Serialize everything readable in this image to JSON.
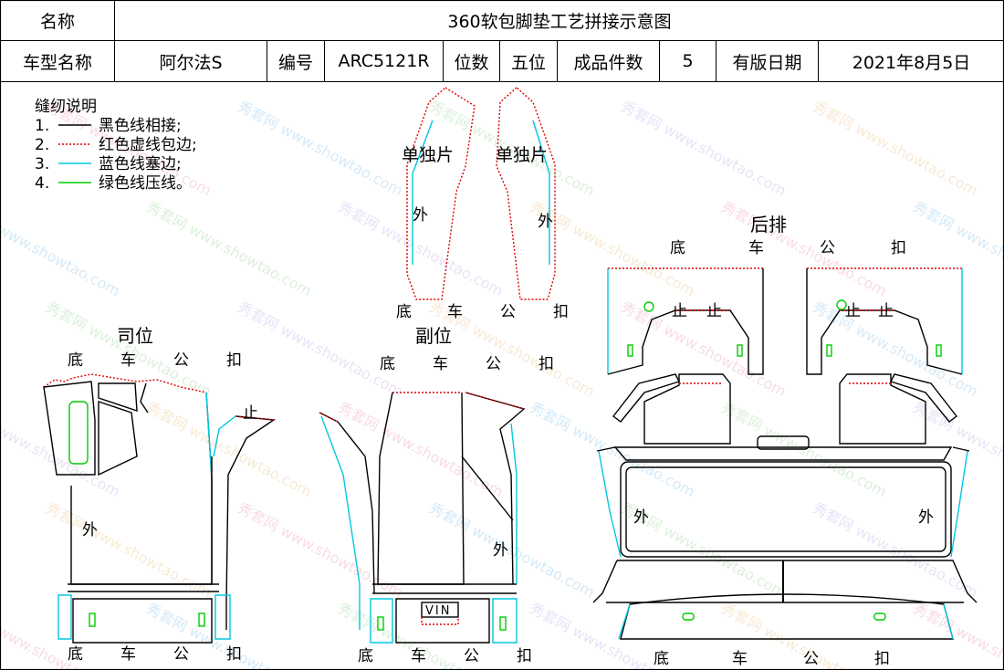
{
  "header": {
    "name_label": "名称",
    "title": "360软包脚垫工艺拼接示意图",
    "model_label": "车型名称",
    "model_value": "阿尔法S",
    "code_label": "编号",
    "code_value": "ARC5121R",
    "seats_label": "位数",
    "seats_value": "五位",
    "pieces_label": "成品件数",
    "pieces_value": "5",
    "date_label": "有版日期",
    "date_value": "2021年8月5日"
  },
  "legend": {
    "title": "缝纫说明",
    "items": [
      {
        "num": "1.",
        "text": "黑色线相接;",
        "color": "#000000",
        "style": "solid"
      },
      {
        "num": "2.",
        "text": "红色虚线包边;",
        "color": "#e00000",
        "style": "dotted"
      },
      {
        "num": "3.",
        "text": "蓝色线塞边;",
        "color": "#00c8e0",
        "style": "solid"
      },
      {
        "num": "4.",
        "text": "绿色线压线。",
        "color": "#00cc00",
        "style": "solid"
      }
    ]
  },
  "words": {
    "di": "底",
    "che": "车",
    "gong": "公",
    "kou": "扣",
    "wai": "外",
    "zhi": "止",
    "single": "单独片",
    "vin": "VIN"
  },
  "sections": {
    "driver": "司位",
    "passenger": "副位",
    "rear": "后排"
  },
  "watermark": {
    "brand": "秀套网",
    "site": "www.showtao.com"
  },
  "colors": {
    "black": "#000000",
    "red": "#e00000",
    "cyan": "#00c8e0",
    "green": "#00cc00"
  }
}
